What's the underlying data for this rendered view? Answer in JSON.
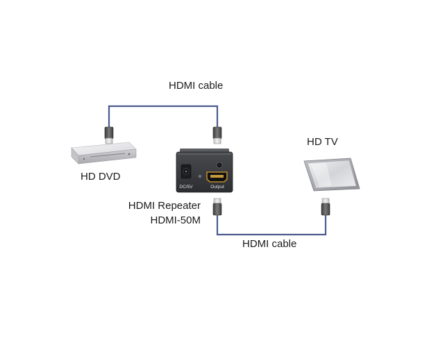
{
  "labels": {
    "cable_top": "HDMI cable",
    "cable_bottom": "HDMI cable",
    "hd_dvd": "HD DVD",
    "hd_tv": "HD TV",
    "repeater_name": "HDMI Repeater",
    "repeater_model": "HDMI-50M",
    "port_dc": "DC/5V",
    "port_output": "Output"
  },
  "colors": {
    "cable": "#4a5a8c",
    "connector": "#5a5a5a",
    "repeater_body": "#3c3d40",
    "device_light": "#e8e8ea"
  }
}
